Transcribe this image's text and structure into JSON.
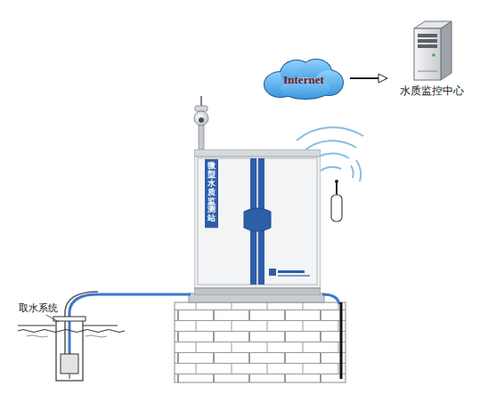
{
  "diagram": {
    "nodes": [
      {
        "text": [
          "Internet"
        ]
      },
      {
        "text": [
          "水质监控中心"
        ]
      },
      {
        "text": [
          "微型水质监测站"
        ]
      }
    ],
    "edges": [
      {
        "from": 0,
        "to": 1,
        "arrow": "to"
      }
    ],
    "labels": [
      "取水系统"
    ]
  }
}
